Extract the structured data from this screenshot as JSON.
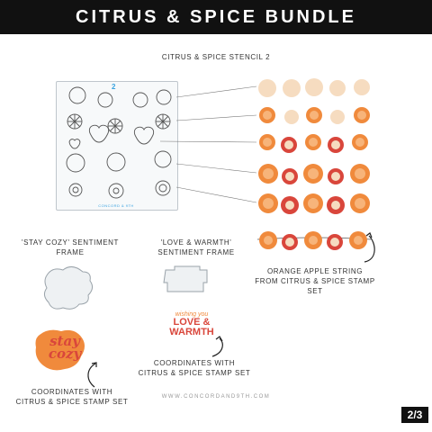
{
  "header": {
    "title": "CITRUS & SPICE BUNDLE"
  },
  "stencil_section": {
    "caption": "CITRUS & SPICE STENCIL 2",
    "stencil_number": "2",
    "stencil_brand": "CONCORD & 9TH"
  },
  "stay_cozy_frame": {
    "caption_line1": "'STAY COZY' SENTIMENT",
    "caption_line2": "FRAME",
    "stamp_line1": "stay",
    "stamp_line2": "cozy",
    "coords_line1": "COORDINATES WITH",
    "coords_line2": "CITRUS & SPICE STAMP SET"
  },
  "love_warmth_frame": {
    "caption_line1": "'LOVE & WARMTH'",
    "caption_line2": "SENTIMENT FRAME",
    "stamp_line1": "wishing you",
    "stamp_line2": "LOVE &",
    "stamp_line3": "WARMTH",
    "coords_line1": "COORDINATES WITH",
    "coords_line2": "CITRUS & SPICE STAMP SET"
  },
  "orange_apple_string": {
    "caption_line1": "ORANGE APPLE STRING",
    "caption_line2": "FROM CITRUS & SPICE STAMP SET"
  },
  "footer": {
    "url": "WWW.CONCORDAND9TH.COM"
  },
  "page_indicator": "2/3",
  "colors": {
    "banner": "#111111",
    "orange": "#f08a3c",
    "orange_light": "#f7b47a",
    "apple_red": "#d9463b",
    "peach": "#f6dcc0",
    "stencil_accent": "#3aa3e0"
  }
}
